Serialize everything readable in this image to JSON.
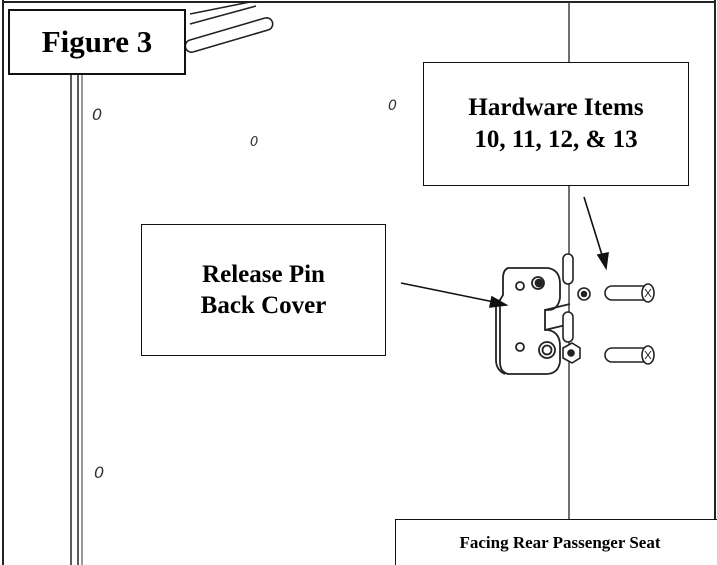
{
  "figure": {
    "label": "Figure 3"
  },
  "callouts": {
    "hardware_line1": "Hardware Items",
    "hardware_line2": "10, 11, 12, & 13",
    "release_line1": "Release Pin",
    "release_line2": "Back Cover"
  },
  "footer": {
    "caption": "Facing Rear Passenger Seat"
  },
  "hole_glyphs": [
    "0",
    "0",
    "0",
    "0"
  ]
}
